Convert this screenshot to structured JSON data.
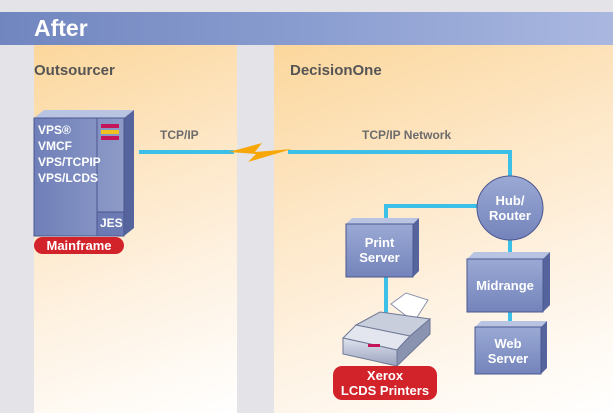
{
  "header": {
    "title": "After"
  },
  "panels": {
    "left_title": "Outsourcer",
    "right_title": "DecisionOne"
  },
  "mainframe": {
    "lines": [
      "VPS®",
      "VMCF",
      "VPS/TCPIP",
      "VPS/LCDS"
    ],
    "jes_label": "JES",
    "badge": "Mainframe"
  },
  "links": {
    "tcpip": "TCP/IP",
    "network": "TCP/IP Network"
  },
  "nodes": {
    "hub": "Hub/\nRouter",
    "print_server": "Print\nServer",
    "midrange": "Midrange",
    "web_server": "Web\nServer"
  },
  "printer": {
    "badge_line1": "Xerox",
    "badge_line2": "LCDS Printers"
  },
  "colors": {
    "network_line": "#3cc0e8",
    "bolt": "#f7a70a",
    "node_fill": "#8a9ac9",
    "badge": "#d2232a",
    "header": "#7d91c8"
  }
}
